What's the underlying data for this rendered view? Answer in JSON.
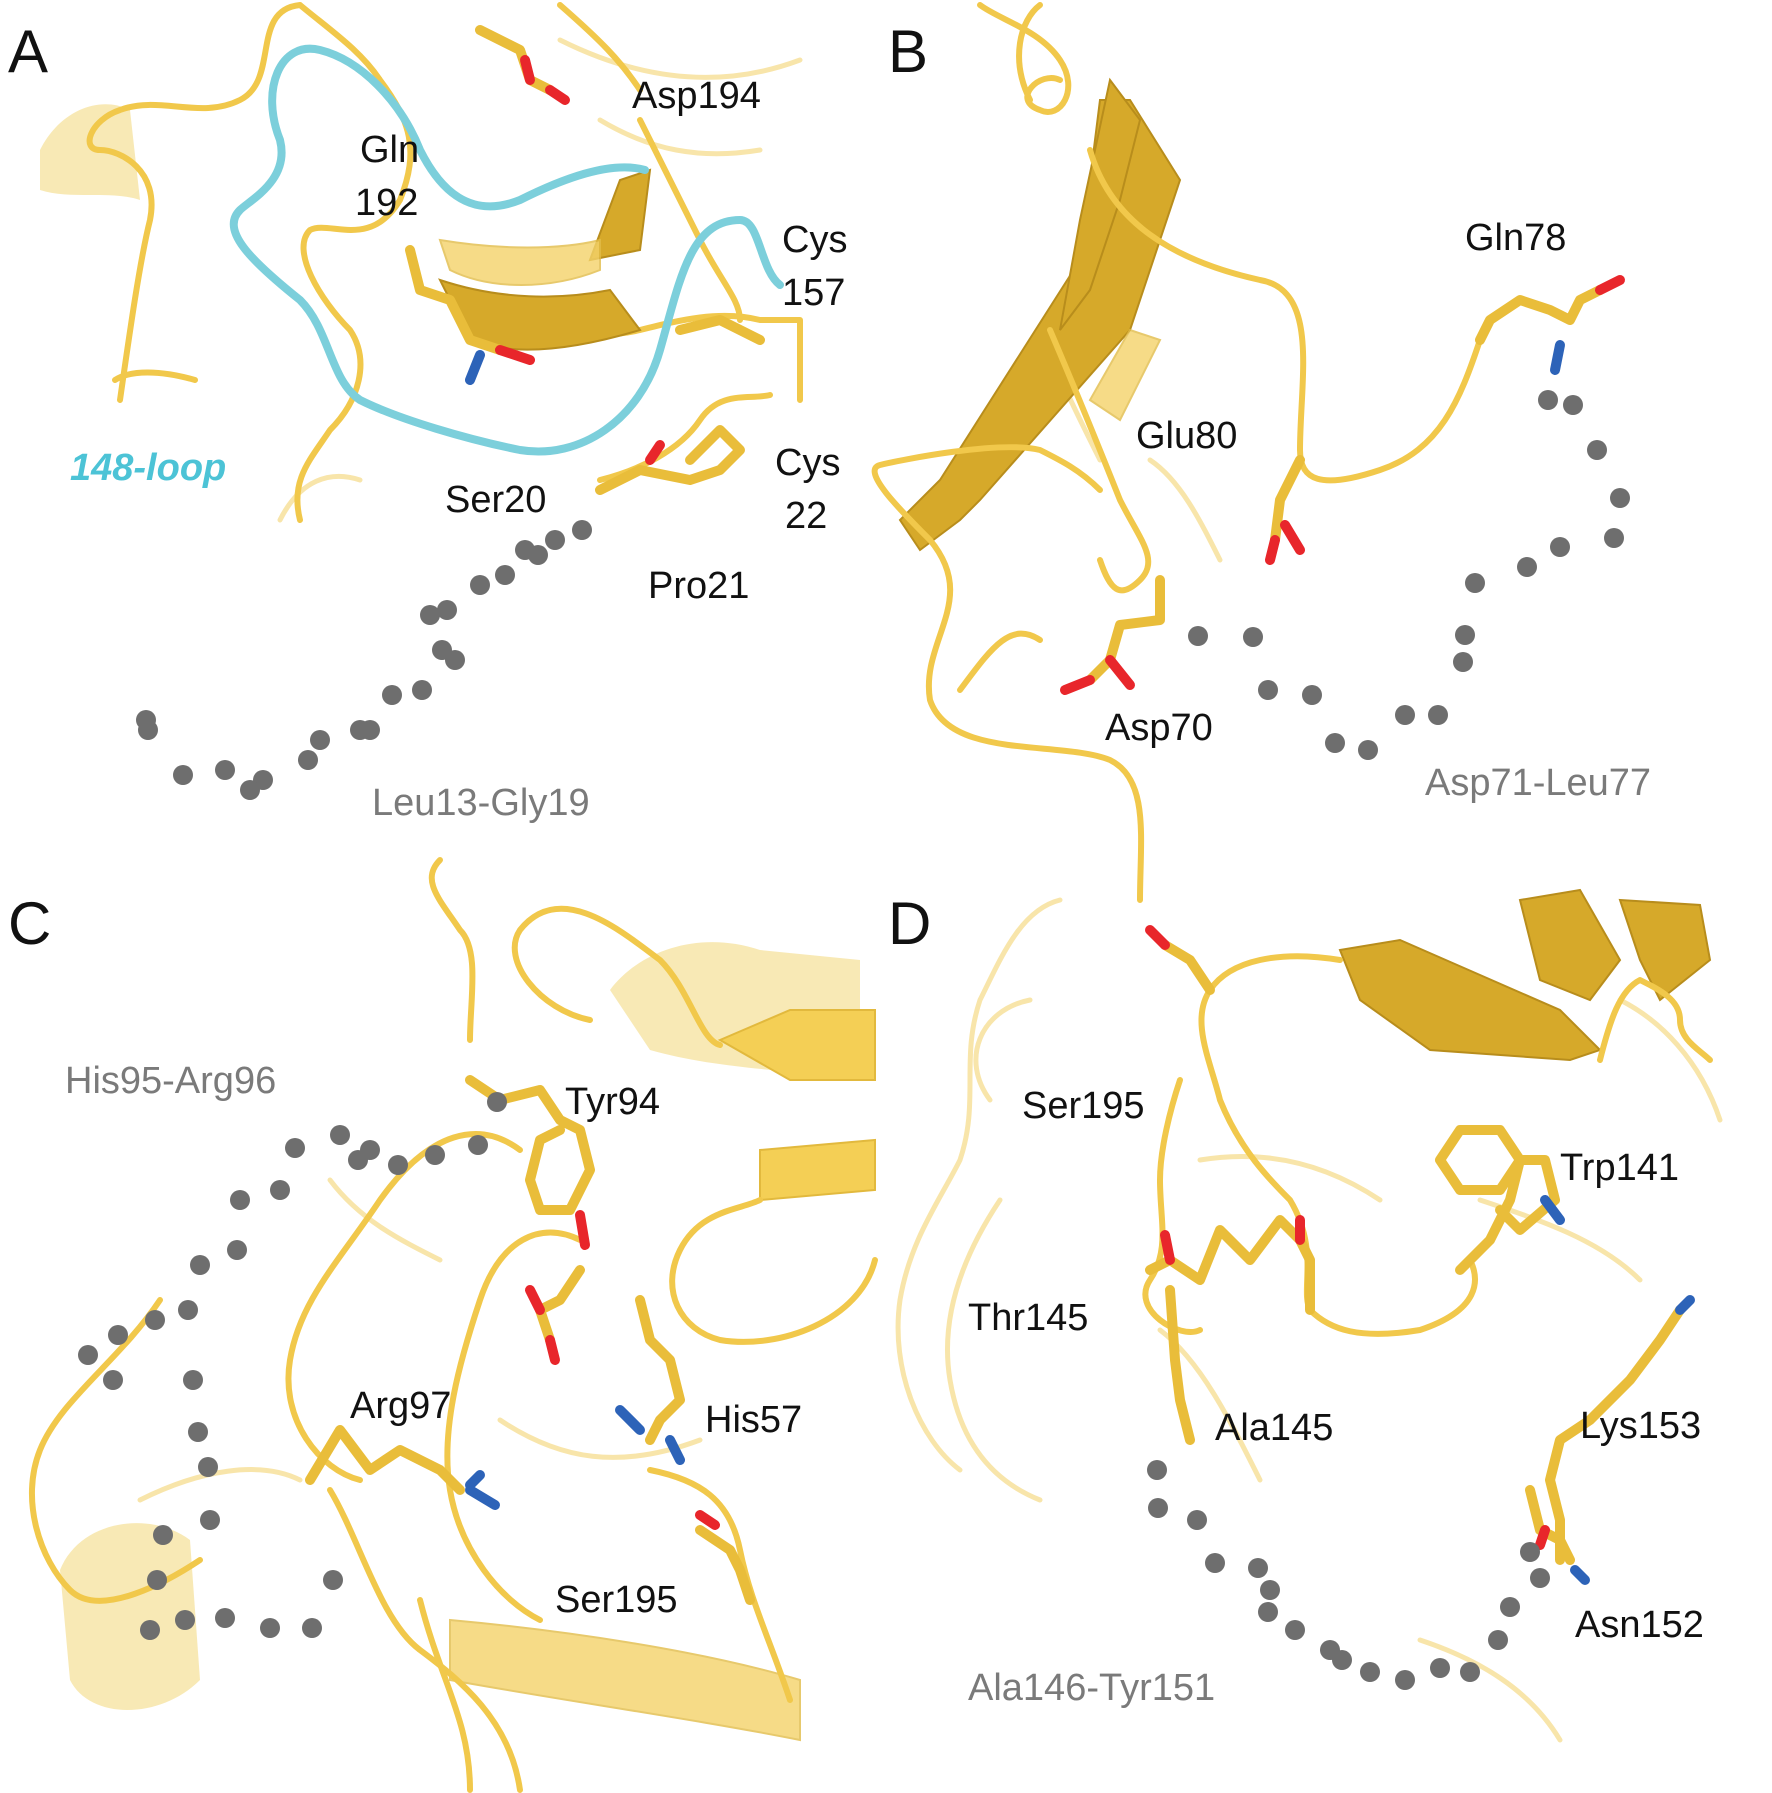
{
  "panels": [
    {
      "letter": "A",
      "residues": [
        "Asp194",
        "Gln",
        "192",
        "Cys",
        "157",
        "Cys",
        "22",
        "Ser20",
        "Pro21"
      ],
      "loop_label": "148-loop",
      "gap_label": "Leu13-Gly19"
    },
    {
      "letter": "B",
      "residues": [
        "Gln78",
        "Glu80",
        "Asp70"
      ],
      "gap_label": "Asp71-Leu77"
    },
    {
      "letter": "C",
      "residues": [
        "Tyr94",
        "Arg97",
        "His57",
        "Ser195"
      ],
      "gap_label": "His95-Arg96"
    },
    {
      "letter": "D",
      "residues": [
        "Ser195",
        "Trp141",
        "Thr145",
        "Ala145",
        "Lys153",
        "Asn152"
      ],
      "gap_label": "Ala146-Tyr151"
    }
  ],
  "colors": {
    "backbone": "#f1c84b",
    "loop_148": "#7ccfdb",
    "missing_residue_dots": "#6e6e6e",
    "oxygen": "#e8262b",
    "nitrogen": "#2d63b8"
  }
}
